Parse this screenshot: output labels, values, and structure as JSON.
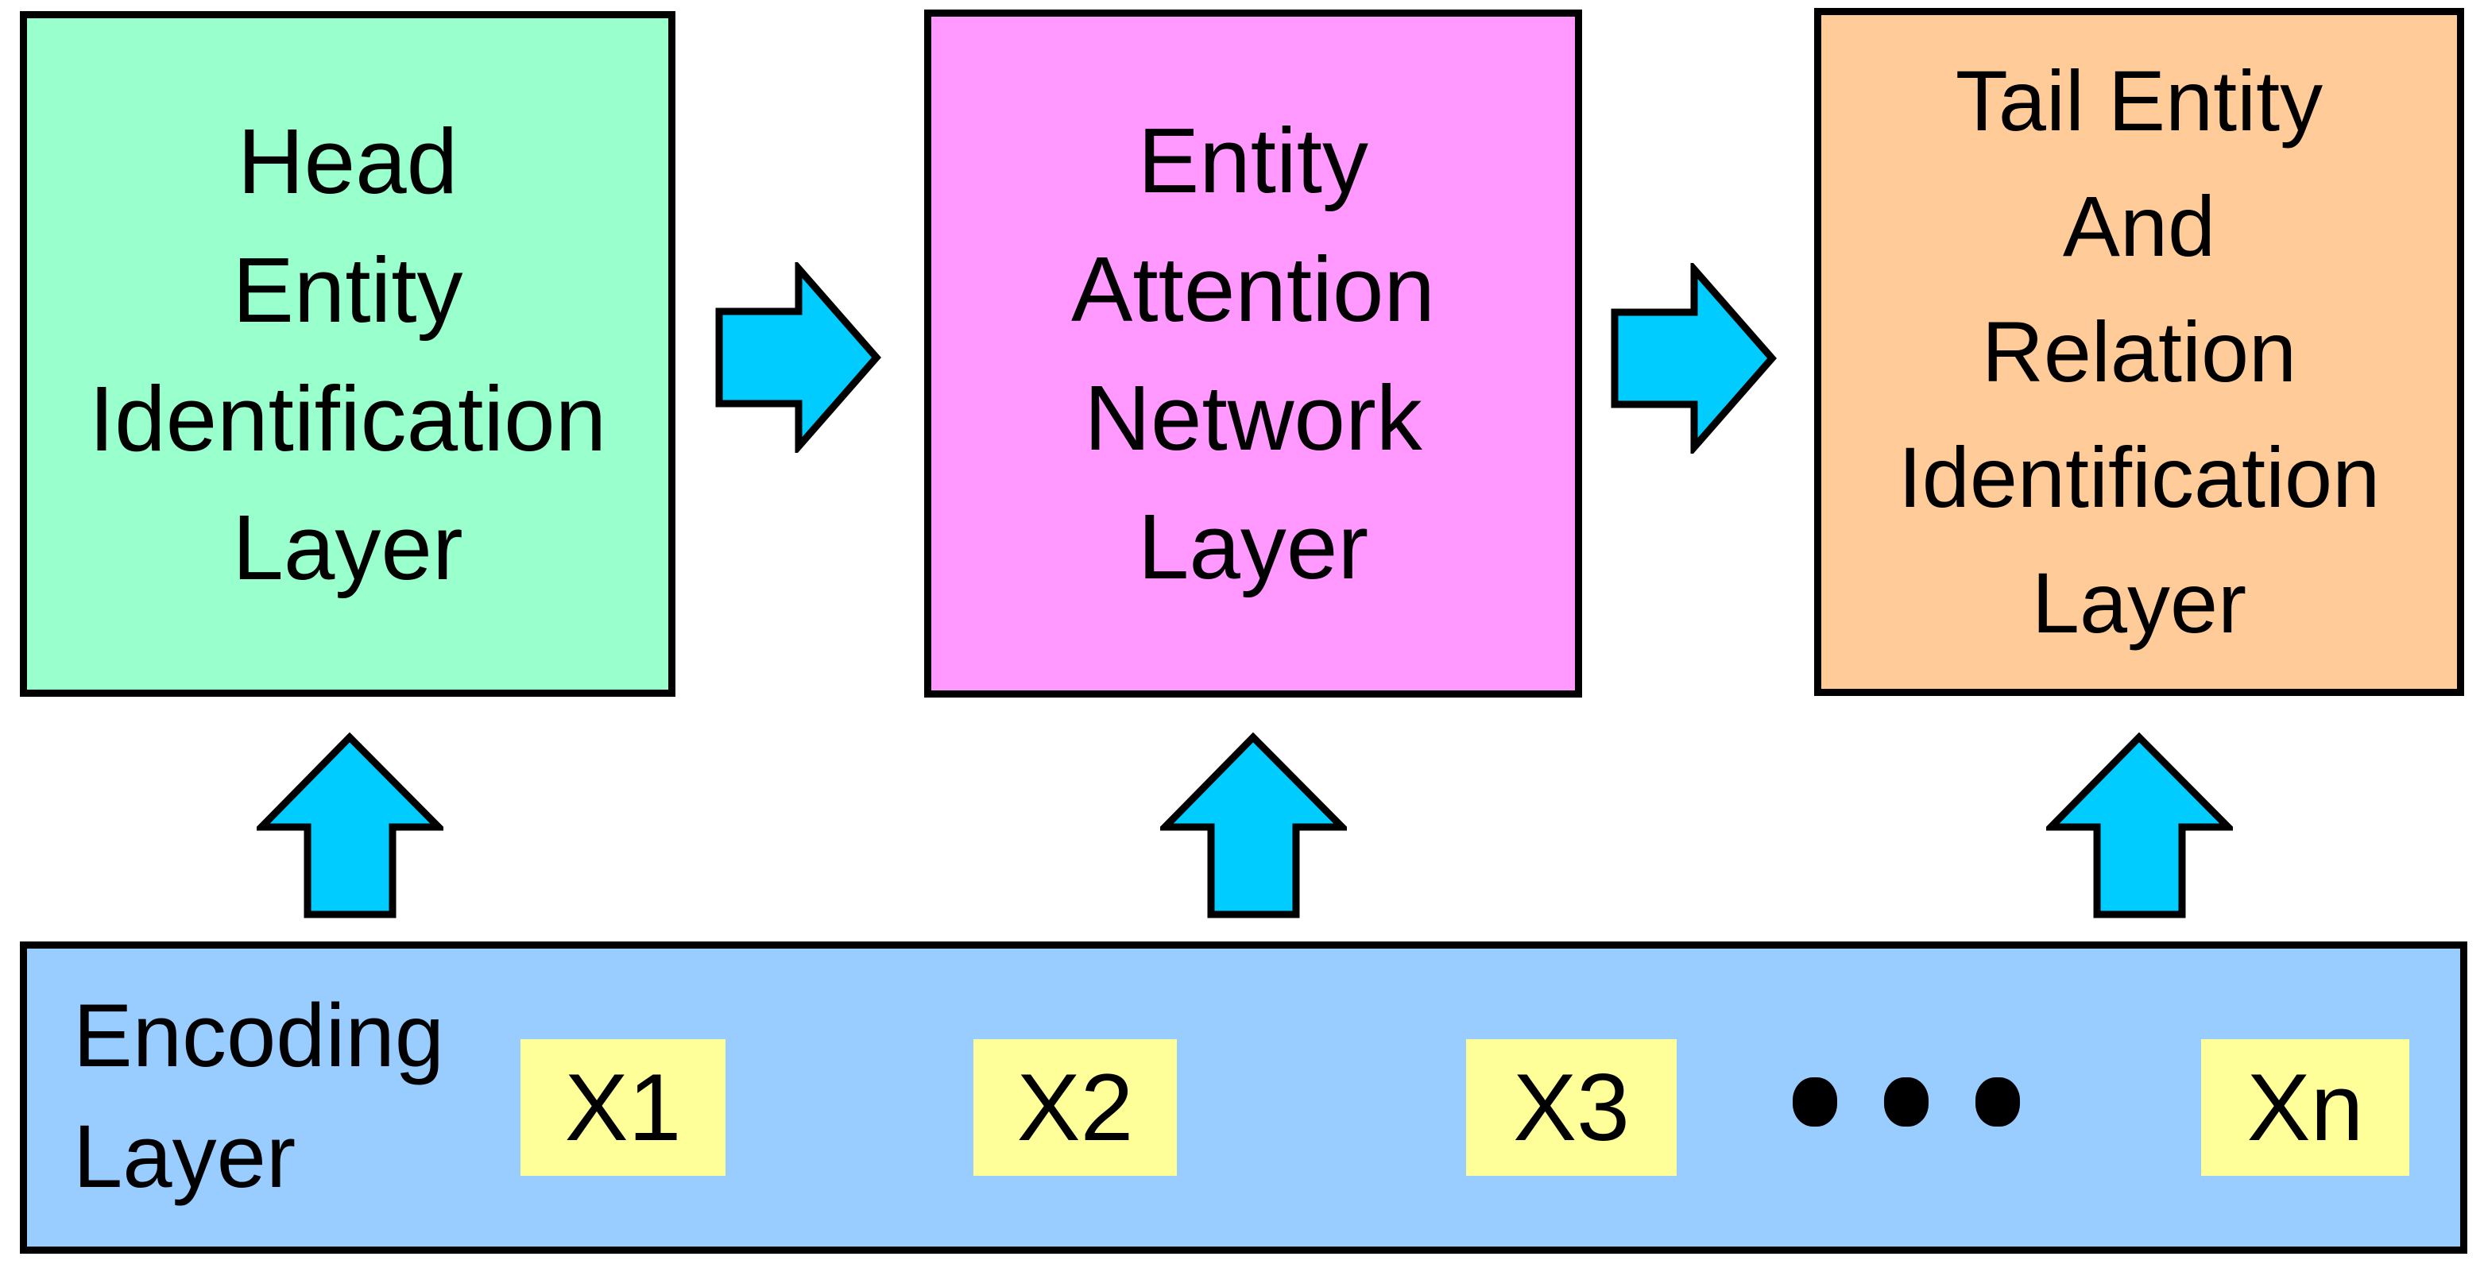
{
  "colors": {
    "background": "#FFFFFF",
    "text": "#000000",
    "outline": "#000000",
    "head_layer_fill": "#99FFCC",
    "attention_layer_fill": "#FF99FF",
    "tail_layer_fill": "#FFCC99",
    "encoding_layer_fill": "#99CCFF",
    "token_fill": "#FFFF99",
    "arrow_fill": "#00CCFF"
  },
  "layers": {
    "head": {
      "lines": [
        "Head",
        "Entity",
        "Identification",
        "Layer"
      ]
    },
    "attention": {
      "lines": [
        "Entity",
        "Attention",
        "Network",
        "Layer"
      ]
    },
    "tail": {
      "lines": [
        "Tail Entity",
        "And",
        "Relation",
        "Identification",
        "Layer"
      ]
    }
  },
  "encoding": {
    "label_lines": [
      "Encoding",
      "Layer"
    ],
    "tokens": [
      "X1",
      "X2",
      "X3",
      "Xn"
    ],
    "ellipsis_dot_count": 3
  },
  "icons": {
    "right_arrow": "arrow-right-icon",
    "up_arrow": "arrow-up-icon"
  }
}
